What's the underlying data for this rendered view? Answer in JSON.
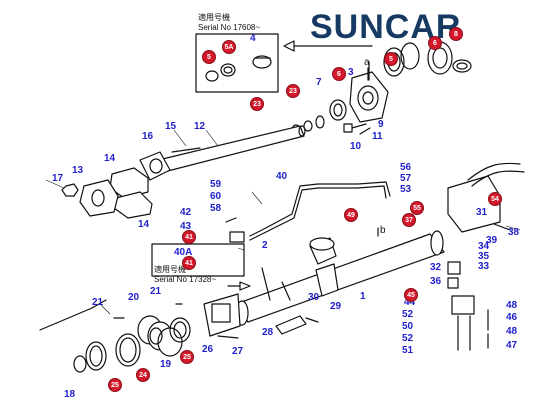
{
  "brand": {
    "text": "SUNCAR",
    "color": "#173a63",
    "accent": "#d4182b"
  },
  "serials": {
    "top_cn": "適用号機",
    "top": "Serial No 17608~",
    "left_cn": "適用号機",
    "left": "Serial No 17328~"
  },
  "section_markers": {
    "a": "a",
    "b": "b"
  },
  "labels": [
    {
      "id": "l1",
      "text": "1"
    },
    {
      "id": "l2",
      "text": "2"
    },
    {
      "id": "l3",
      "text": "3"
    },
    {
      "id": "l4",
      "text": "4"
    },
    {
      "id": "l7",
      "text": "7"
    },
    {
      "id": "l9",
      "text": "9"
    },
    {
      "id": "l10",
      "text": "10"
    },
    {
      "id": "l11",
      "text": "11"
    },
    {
      "id": "l12",
      "text": "12"
    },
    {
      "id": "l13",
      "text": "13"
    },
    {
      "id": "l14a",
      "text": "14"
    },
    {
      "id": "l14b",
      "text": "14"
    },
    {
      "id": "l15",
      "text": "15"
    },
    {
      "id": "l16",
      "text": "16"
    },
    {
      "id": "l17",
      "text": "17"
    },
    {
      "id": "l18",
      "text": "18"
    },
    {
      "id": "l19",
      "text": "19"
    },
    {
      "id": "l20",
      "text": "20"
    },
    {
      "id": "l21a",
      "text": "21"
    },
    {
      "id": "l21b",
      "text": "21"
    },
    {
      "id": "l26",
      "text": "26"
    },
    {
      "id": "l27",
      "text": "27"
    },
    {
      "id": "l28",
      "text": "28"
    },
    {
      "id": "l29",
      "text": "29"
    },
    {
      "id": "l30",
      "text": "30"
    },
    {
      "id": "l31",
      "text": "31"
    },
    {
      "id": "l32",
      "text": "32"
    },
    {
      "id": "l33",
      "text": "33"
    },
    {
      "id": "l34",
      "text": "34"
    },
    {
      "id": "l35",
      "text": "35"
    },
    {
      "id": "l36",
      "text": "36"
    },
    {
      "id": "l38",
      "text": "38"
    },
    {
      "id": "l39",
      "text": "39"
    },
    {
      "id": "l40",
      "text": "40"
    },
    {
      "id": "l40a",
      "text": "40A"
    },
    {
      "id": "l42",
      "text": "42"
    },
    {
      "id": "l43",
      "text": "43"
    },
    {
      "id": "l44",
      "text": "44"
    },
    {
      "id": "l46",
      "text": "46"
    },
    {
      "id": "l47",
      "text": "47"
    },
    {
      "id": "l48a",
      "text": "48"
    },
    {
      "id": "l48b",
      "text": "48"
    },
    {
      "id": "l50",
      "text": "50"
    },
    {
      "id": "l51",
      "text": "51"
    },
    {
      "id": "l52a",
      "text": "52"
    },
    {
      "id": "l52b",
      "text": "52"
    },
    {
      "id": "l53",
      "text": "53"
    },
    {
      "id": "l56",
      "text": "56"
    },
    {
      "id": "l57",
      "text": "57"
    },
    {
      "id": "l58",
      "text": "58"
    },
    {
      "id": "l59",
      "text": "59"
    },
    {
      "id": "l60",
      "text": "60"
    }
  ],
  "callouts": [
    {
      "id": "c5",
      "text": "5"
    },
    {
      "id": "c5a",
      "text": "5A"
    },
    {
      "id": "c6",
      "text": "6"
    },
    {
      "id": "c8",
      "text": "8"
    },
    {
      "id": "c5r",
      "text": "5"
    },
    {
      "id": "c6r",
      "text": "6"
    },
    {
      "id": "c23a",
      "text": "23"
    },
    {
      "id": "c23b",
      "text": "23"
    },
    {
      "id": "c25",
      "text": "25"
    },
    {
      "id": "c25b",
      "text": "25"
    },
    {
      "id": "c24",
      "text": "24"
    },
    {
      "id": "c41a",
      "text": "41"
    },
    {
      "id": "c41b",
      "text": "41"
    },
    {
      "id": "c49",
      "text": "49"
    },
    {
      "id": "c37",
      "text": "37"
    },
    {
      "id": "c54",
      "text": "54"
    },
    {
      "id": "c55",
      "text": "55"
    },
    {
      "id": "c45",
      "text": "45"
    }
  ]
}
